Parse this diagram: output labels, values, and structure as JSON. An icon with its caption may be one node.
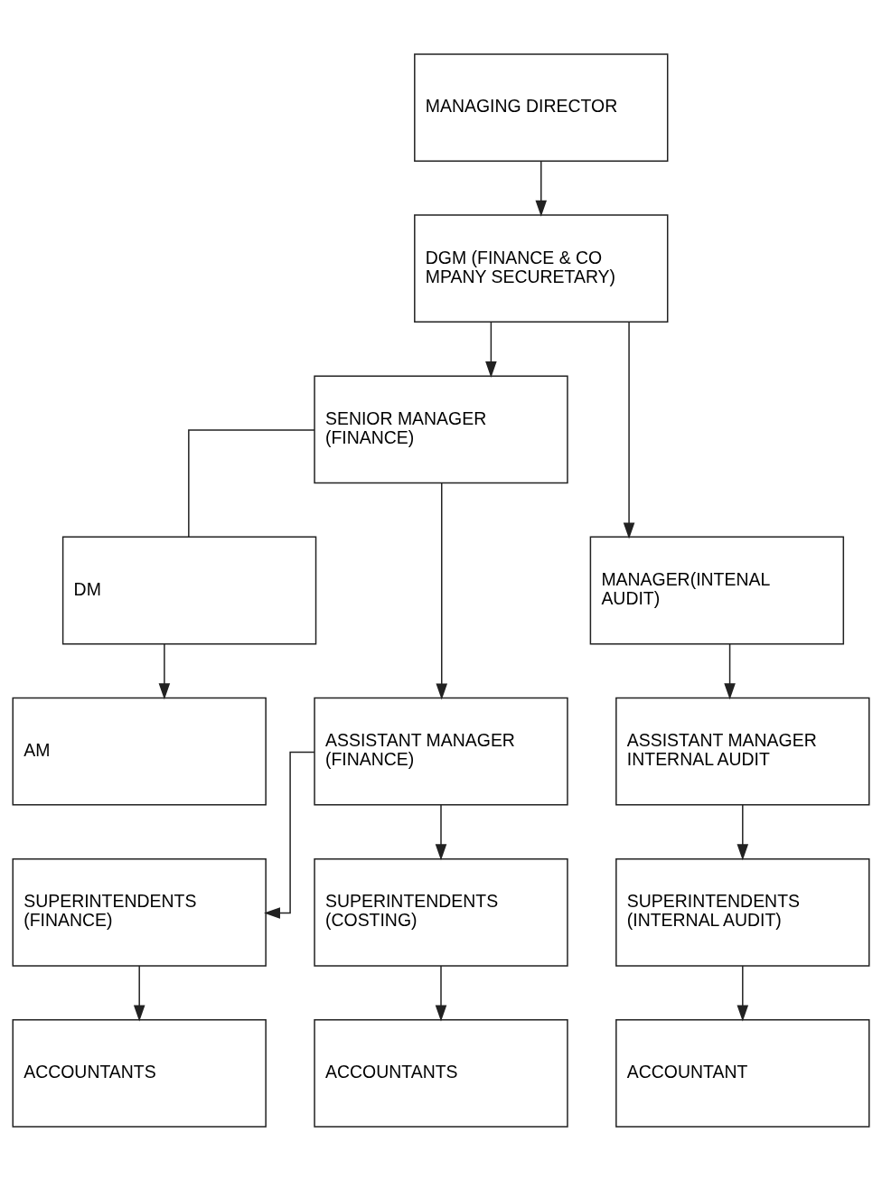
{
  "diagram": {
    "nodes": [
      {
        "text": [
          "MANAGING DIRECTOR"
        ]
      },
      {
        "text": [
          "DGM (FINANCE & CO MPANY SECURETARY)"
        ]
      },
      {
        "text": [
          "SENIOR MANAGER (FINANCE)"
        ]
      },
      {
        "text": [
          "DM"
        ]
      },
      {
        "text": [
          "MANAGER(INTENAL AUDIT)"
        ]
      },
      {
        "text": [
          "AM"
        ]
      },
      {
        "text": [
          "ASSISTANT MANAGER (FINANCE)"
        ]
      },
      {
        "text": [
          "ASSISTANT MANAGER INTERNAL AUDIT"
        ]
      },
      {
        "text": [
          "SUPERINTENDENTS (FINANCE)"
        ]
      },
      {
        "text": [
          "SUPERINTENDENTS (COSTING)"
        ]
      },
      {
        "text": [
          "SUPERINTENDENTS (INTERNAL AUDIT)"
        ]
      },
      {
        "text": [
          "ACCOUNTANTS"
        ]
      },
      {
        "text": [
          "ACCOUNTANTS"
        ]
      },
      {
        "text": [
          "ACCOUNTANT"
        ]
      }
    ],
    "edges": [
      {
        "from": 0,
        "to": 1,
        "arrow": "to"
      },
      {
        "from": 1,
        "to": 2,
        "arrow": "to"
      },
      {
        "from": 1,
        "to": 4,
        "arrow": "to"
      },
      {
        "from": 2,
        "to": 3,
        "arrow": "none"
      },
      {
        "from": 2,
        "to": 6,
        "arrow": "to"
      },
      {
        "from": 3,
        "to": 5,
        "arrow": "to"
      },
      {
        "from": 4,
        "to": 7,
        "arrow": "to"
      },
      {
        "from": 6,
        "to": 8,
        "arrow": "to"
      },
      {
        "from": 6,
        "to": 9,
        "arrow": "to"
      },
      {
        "from": 7,
        "to": 10,
        "arrow": "to"
      },
      {
        "from": 8,
        "to": 11,
        "arrow": "to"
      },
      {
        "from": 9,
        "to": 12,
        "arrow": "to"
      },
      {
        "from": 10,
        "to": 13,
        "arrow": "to"
      }
    ]
  }
}
